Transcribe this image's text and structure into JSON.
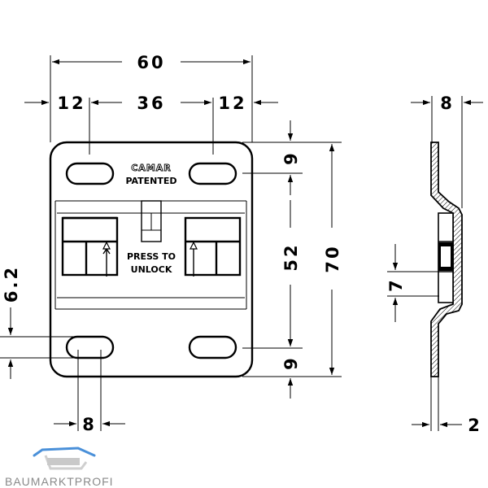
{
  "drawing": {
    "dimensions": {
      "width_total": "60",
      "left_margin": "12",
      "center": "36",
      "right_margin": "12",
      "height_total": "70",
      "top_offset": "9",
      "slot_pitch": "52",
      "bottom_offset": "9",
      "left_height": "6.2",
      "slot_width": "8",
      "side_width": "8",
      "side_step": "7",
      "thickness": "2"
    },
    "plate": {
      "brand_name": "CAMAR",
      "patented": "PATENTED",
      "press_line1": "PRESS TO",
      "press_line2": "UNLOCK"
    }
  },
  "watermark": {
    "text": "BAUMARKTPROFI"
  }
}
